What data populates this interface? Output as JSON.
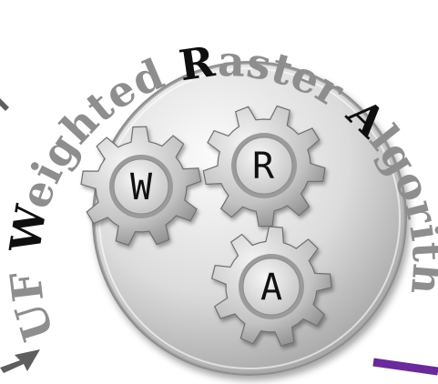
{
  "logo": {
    "ring_text": {
      "part1": "UF ",
      "initial1": "W",
      "part2": "eighted ",
      "initial2": "R",
      "part3": "aster ",
      "initial3": "A",
      "part4": "lgorithm (UF WRA)"
    },
    "gears": [
      {
        "letter": "W"
      },
      {
        "letter": "R"
      },
      {
        "letter": "A"
      }
    ]
  },
  "colors": {
    "ring_text": "#8e8e8e",
    "ring_initials": "#0f0f0f",
    "disc_light": "#f2f2f2",
    "disc_dark": "#9a9a9a",
    "gear_light": "#e6e6e6",
    "gear_dark": "#8a8a8a",
    "arrow_gray": "#5e5e5e",
    "accent_purple": "#6a2a9a"
  }
}
